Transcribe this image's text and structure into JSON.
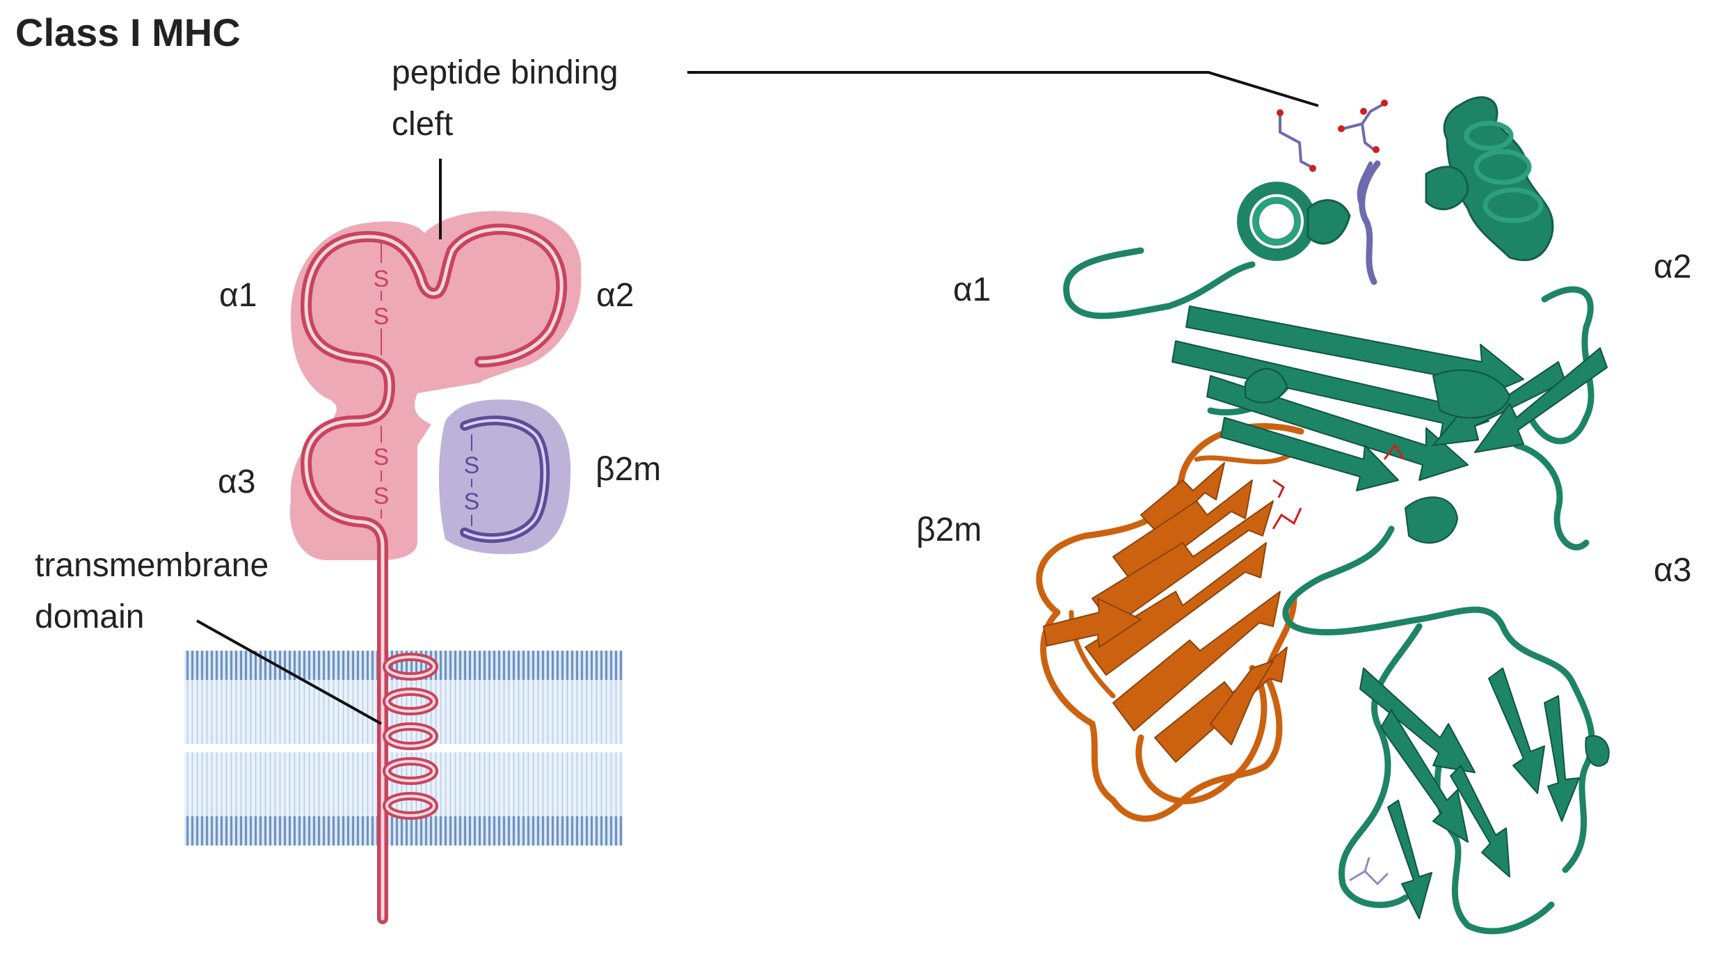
{
  "title": "Class I MHC",
  "schematic": {
    "cleft_label_line1": "peptide binding",
    "cleft_label_line2": "cleft",
    "tm_label_line1": "transmembrane",
    "tm_label_line2": "domain",
    "alpha1": "α1",
    "alpha2": "α2",
    "alpha3": "α3",
    "beta2m": "β2m",
    "disulfide_letter": "S"
  },
  "structure": {
    "alpha1": "α1",
    "alpha2": "α2",
    "alpha3": "α3",
    "beta2m": "β2m"
  },
  "colors": {
    "heavy_chain_fill": "#EDA9B6",
    "heavy_chain_stroke": "#C8445E",
    "b2m_fill": "#BDB3D9",
    "b2m_stroke": "#5A4E98",
    "membrane_head": "#6F92C0",
    "membrane_body": "#DCE9F6",
    "ribbon_heavy": "#1E8466",
    "ribbon_b2m": "#CC6210",
    "peptide": "#6E6AAE"
  }
}
